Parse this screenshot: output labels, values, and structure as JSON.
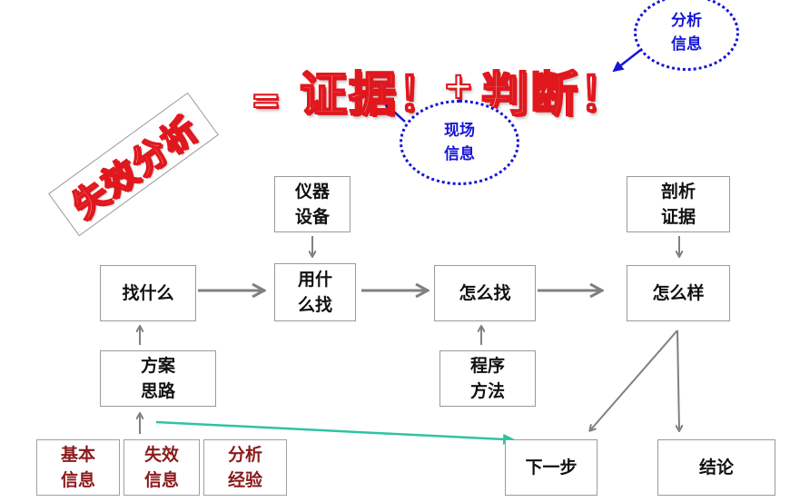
{
  "title": "失效分析",
  "equation": {
    "equals": "=",
    "evidence": "证据！",
    "plus": "+",
    "judgment": "判断！"
  },
  "bubbles": {
    "analysis_info": "分析\n信息",
    "site_info": "现场\n信息"
  },
  "boxes": {
    "instrument": "仪器\n设备",
    "dissect": "剖析\n证据",
    "find_what": "找什么",
    "use_what": "用什\n么找",
    "how_find": "怎么找",
    "how_is": "怎么样",
    "plan": "方案\n思路",
    "procedure": "程序\n方法",
    "next_step": "下一步",
    "conclusion": "结论",
    "basic_info": "基本\n信息",
    "failure_info": "失效\n信息",
    "analysis_exp": "分析\n经验"
  },
  "colors": {
    "emphasis_red": "#e0181e",
    "bubble_blue": "#1515d8",
    "input_box_text": "#8b1a1a",
    "feedback_arrow": "#2ec4a0",
    "flow_arrow": "#808080"
  }
}
